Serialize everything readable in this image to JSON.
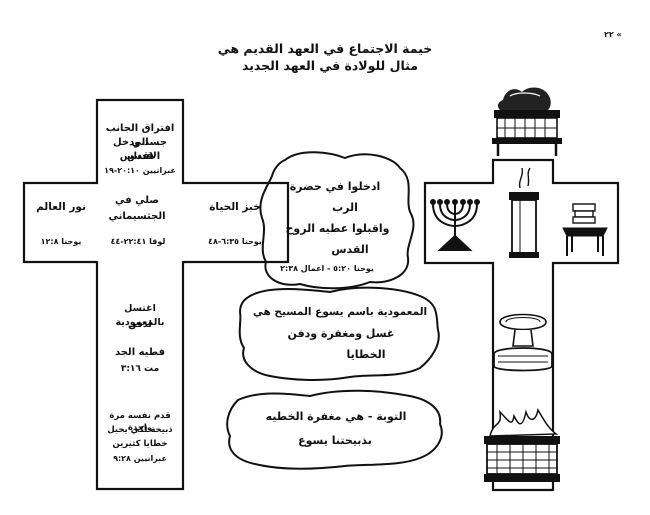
{
  "page_number": "٢٢ «",
  "heading": {
    "line1": "خيمة الاجتماع في العهد القديم هي",
    "line2": "مثال للولادة في العهد الجديد"
  },
  "left_cross": {
    "top": {
      "text1": "افتراق الجانب الي",
      "text2": "جسد ودخل قدس",
      "text3": "الاقداس",
      "ref": "عبرانيين ٢٠:١٠-١٩"
    },
    "left_arm": {
      "text": "نور العالم",
      "ref": "يوحنا ١٢:٨"
    },
    "center_right": {
      "text": "خبز الحياة",
      "ref": "يوحنا ٦:٣٥-٤٨"
    },
    "center_left": {
      "text1": "صلي في",
      "text2": "الجثسيماني",
      "ref": "لوقا ٢٢:٤١-٤٤"
    },
    "lower": {
      "text1": "اغتسل بالمعمودية",
      "text2": "لدفن",
      "text3": "فطيه الجد",
      "text4": "مت ٣:١٦"
    },
    "bottom": {
      "text1": "قدم نفسه مرة واحدة",
      "text2": "ذبيحة لكي يحيل",
      "text3": "خطايا كثيرين",
      "ref": "عبرانيين ٩:٢٨"
    }
  },
  "clouds": [
    {
      "line1": "ادخلوا في حضرة",
      "line2": "الرب",
      "line3": "واقبلوا عطيه الروح",
      "line4": "القدس",
      "ref": "يوحنا ٥:٢٠ - اعمال ٢:٣٨"
    },
    {
      "line1": "المعمودية باسم يسوع المسيح هي",
      "line2": "غسل ومغفرة ودفن",
      "line3": "الخطايا"
    },
    {
      "line1": "التوبة - هي مغفرة الخطيه",
      "line2": "بذبيحتنا يسوع"
    }
  ],
  "right_cross": {
    "items": [
      "ark-of-covenant",
      "menorah",
      "altar-of-incense",
      "table-of-showbread",
      "bronze-laver",
      "brazen-altar"
    ]
  }
}
